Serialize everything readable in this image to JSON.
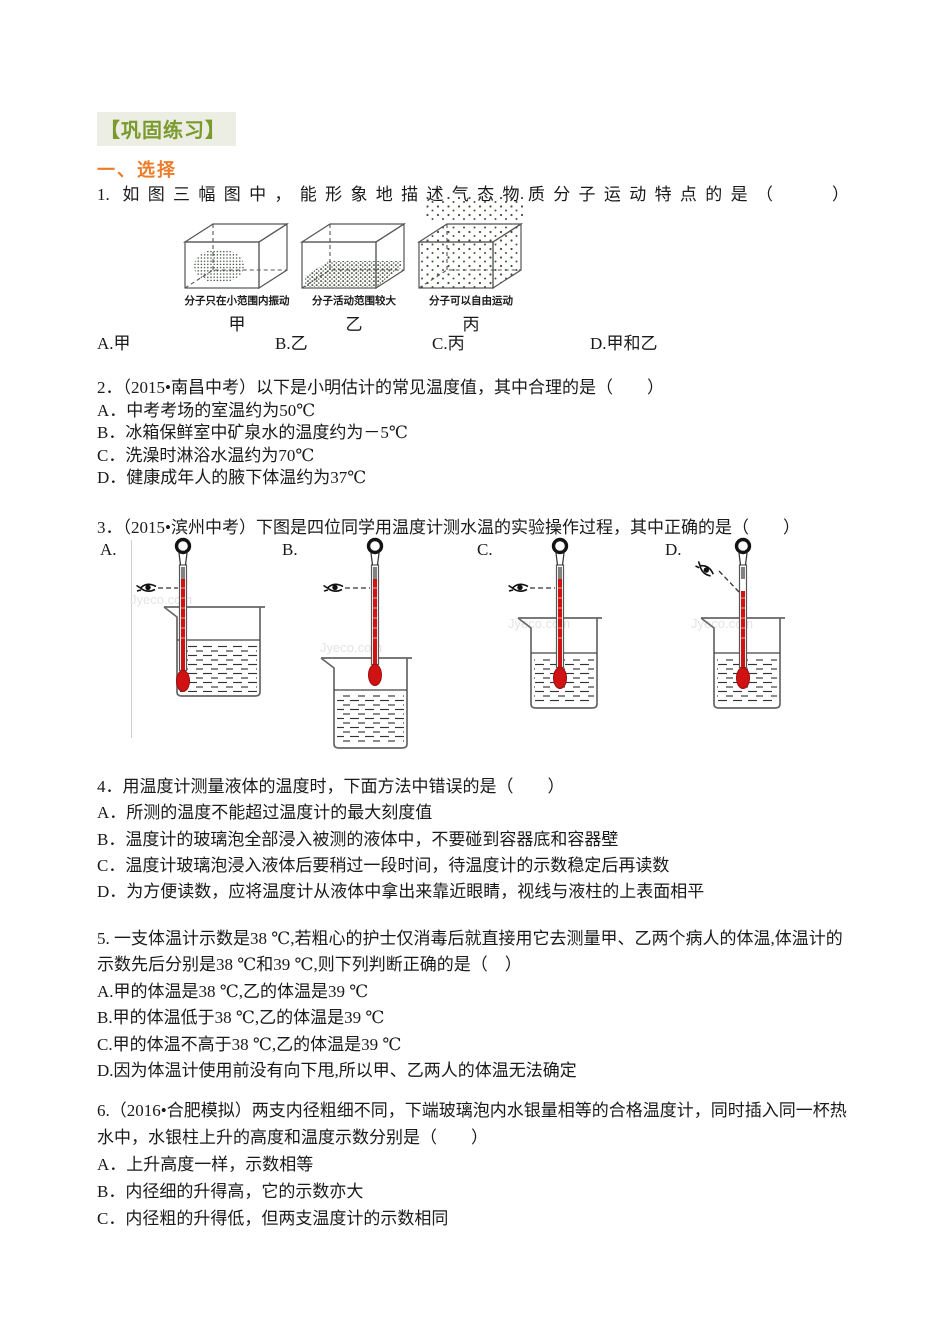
{
  "colors": {
    "header_green": "#7b9a2e",
    "header_bg": "#ecede3",
    "section_orange": "#ed7c2a",
    "mercury_red": "#d01212",
    "mercury_dark": "#991010",
    "dot_green": "#44503f",
    "ink": "#1a1a1a",
    "watermark_gray": "#e4e4e4"
  },
  "header": {
    "title": "【巩固练习】"
  },
  "section": {
    "title": "一、选择"
  },
  "q1": {
    "stem": "1. 如图三幅图中，能形象地描述气态物质分子运动特点的是（　　）",
    "figures": [
      {
        "caption": "分子只在小范围内振动",
        "label": "甲"
      },
      {
        "caption": "分子活动范围较大",
        "label": "乙"
      },
      {
        "caption": "分子可以自由运动",
        "label": "丙"
      }
    ],
    "options": [
      "A.甲",
      "B.乙",
      "C.丙",
      "D.甲和乙"
    ]
  },
  "q2": {
    "stem": "2．（2015•南昌中考）以下是小明估计的常见温度值，其中合理的是（　　）",
    "options": [
      "A．中考考场的室温约为50℃",
      "B．冰箱保鲜室中矿泉水的温度约为－5℃",
      "C．洗澡时淋浴水温约为70℃",
      "D．健康成年人的腋下体温约为37℃"
    ]
  },
  "q3": {
    "stem": "3．（2015•滨州中考）下图是四位同学用温度计测水温的实验操作过程，其中正确的是（　　）",
    "labels": [
      "A.",
      "B.",
      "C.",
      "D."
    ],
    "watermark": "Jyeco.com"
  },
  "q4": {
    "stem": "4．用温度计测量液体的温度时，下面方法中错误的是（　　）",
    "options": [
      "A．所测的温度不能超过温度计的最大刻度值",
      "B．温度计的玻璃泡全部浸入被测的液体中，不要碰到容器底和容器壁",
      "C．温度计玻璃泡浸入液体后要稍过一段时间，待温度计的示数稳定后再读数",
      "D．为方便读数，应将温度计从液体中拿出来靠近眼睛，视线与液柱的上表面相平"
    ]
  },
  "q5": {
    "stem_lines": [
      "5. 一支体温计示数是38 ℃,若粗心的护士仅消毒后就直接用它去测量甲、乙两个病人的体温,体温计的",
      "示数先后分别是38 ℃和39 ℃,则下列判断正确的是（　）"
    ],
    "options": [
      "A.甲的体温是38 ℃,乙的体温是39 ℃",
      "B.甲的体温低于38 ℃,乙的体温是39 ℃",
      "C.甲的体温不高于38 ℃,乙的体温是39 ℃",
      "D.因为体温计使用前没有向下甩,所以甲、乙两人的体温无法确定"
    ]
  },
  "q6": {
    "stem_lines": [
      "6.（2016•合肥模拟）两支内径粗细不同，下端玻璃泡内水银量相等的合格温度计，同时插入同一杯热",
      "水中，水银柱上升的高度和温度示数分别是（　　）"
    ],
    "options": [
      "A．上升高度一样，示数相等",
      "B．内径细的升得高，它的示数亦大",
      "C．内径粗的升得低，但两支温度计的示数相同"
    ]
  }
}
